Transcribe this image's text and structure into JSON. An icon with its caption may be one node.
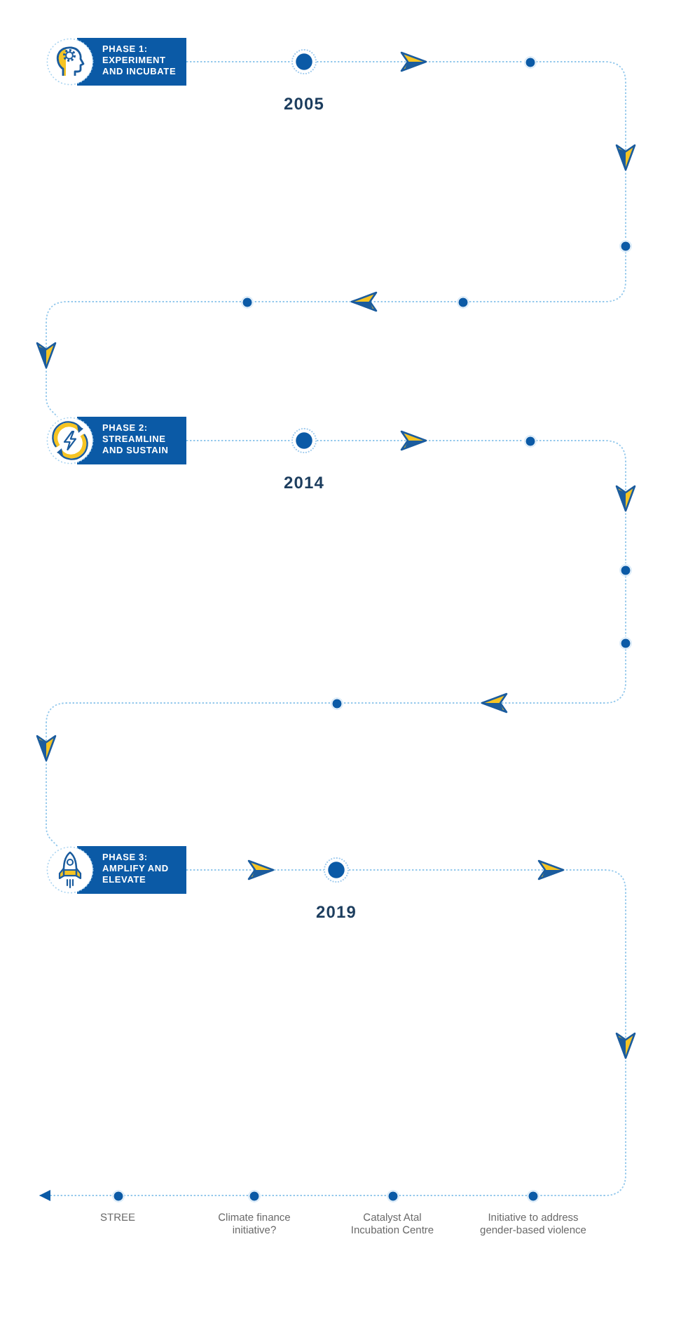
{
  "diagram": {
    "nodes": [
      {
        "text": [
          "PHASE 1: EXPERIMENT AND INCUBATE"
        ]
      },
      {
        "text": [],
        "shape": "circle",
        "beside": [
          "2005"
        ]
      },
      {
        "text": [],
        "shape": "circle"
      },
      {
        "text": [],
        "shape": "circle"
      },
      {
        "text": [],
        "shape": "circle"
      },
      {
        "text": [],
        "shape": "circle"
      },
      {
        "text": [
          "PHASE 2: STREAMLINE AND SUSTAIN"
        ]
      },
      {
        "text": [],
        "shape": "circle",
        "beside": [
          "2014"
        ]
      },
      {
        "text": [],
        "shape": "circle"
      },
      {
        "text": [],
        "shape": "circle"
      },
      {
        "text": [],
        "shape": "circle"
      },
      {
        "text": [],
        "shape": "circle"
      },
      {
        "text": [
          "PHASE 3: AMPLIFY AND ELEVATE"
        ]
      },
      {
        "text": [],
        "shape": "circle",
        "beside": [
          "2019"
        ]
      },
      {
        "text": [],
        "shape": "circle",
        "beside": [
          "Initiative to address gender-based violence"
        ]
      },
      {
        "text": [],
        "shape": "circle",
        "beside": [
          "Catalyst Atal Incubation Centre"
        ]
      },
      {
        "text": [],
        "shape": "circle",
        "beside": [
          "Climate finance initiative?"
        ]
      },
      {
        "text": [],
        "shape": "circle",
        "beside": [
          "STREE"
        ]
      }
    ],
    "edges": [
      {
        "from": 0,
        "to": 1,
        "arrow": "none"
      },
      {
        "from": 1,
        "to": 2,
        "arrow": "to"
      },
      {
        "from": 2,
        "to": 3,
        "arrow": "to"
      },
      {
        "from": 3,
        "to": 4,
        "arrow": "none"
      },
      {
        "from": 4,
        "to": 5,
        "arrow": "to"
      },
      {
        "from": 5,
        "to": 6,
        "arrow": "to"
      },
      {
        "from": 6,
        "to": 7,
        "arrow": "none"
      },
      {
        "from": 7,
        "to": 8,
        "arrow": "to"
      },
      {
        "from": 8,
        "to": 9,
        "arrow": "to"
      },
      {
        "from": 9,
        "to": 10,
        "arrow": "none"
      },
      {
        "from": 10,
        "to": 11,
        "arrow": "to"
      },
      {
        "from": 11,
        "to": 12,
        "arrow": "to"
      },
      {
        "from": 12,
        "to": 13,
        "arrow": "to"
      },
      {
        "from": 13,
        "to": 14,
        "arrow": "to"
      },
      {
        "from": 14,
        "to": 15,
        "arrow": "none"
      },
      {
        "from": 15,
        "to": 16,
        "arrow": "none"
      },
      {
        "from": 16,
        "to": 17,
        "arrow": "none"
      },
      {
        "from": 17,
        "to": null,
        "arrow": "to"
      }
    ]
  }
}
